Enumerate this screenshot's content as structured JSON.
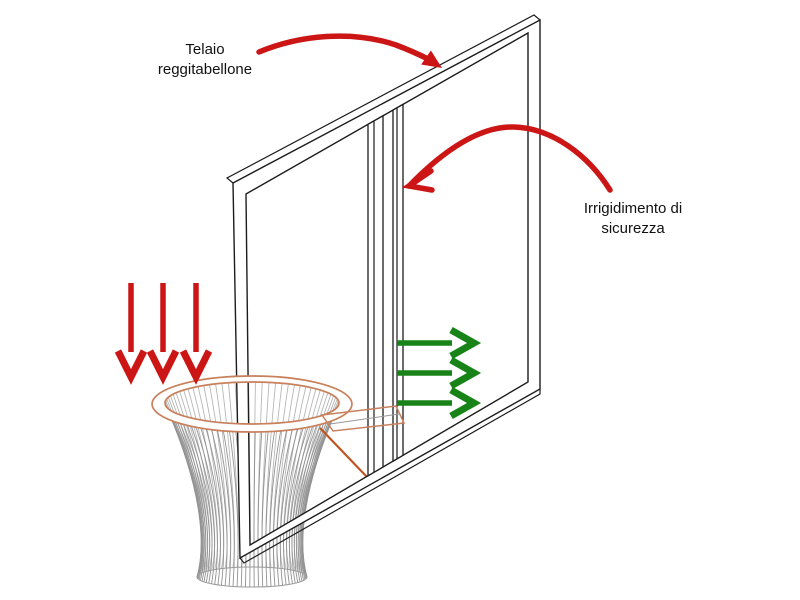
{
  "labels": {
    "frame": {
      "line1": "Telaio",
      "line2": "reggitabellone"
    },
    "stiffener": {
      "line1": "Irrigidimento di",
      "line2": "sicurezza"
    }
  },
  "colors": {
    "background": "#ffffff",
    "line_black": "#1c1c1c",
    "text_black": "#111111",
    "annotation_red": "#cc1616",
    "force_green": "#188418",
    "rim_orange": "#c8805c",
    "bracket_orange": "#c05524",
    "net_front": "#929292",
    "net_back": "#b7b7b7"
  }
}
